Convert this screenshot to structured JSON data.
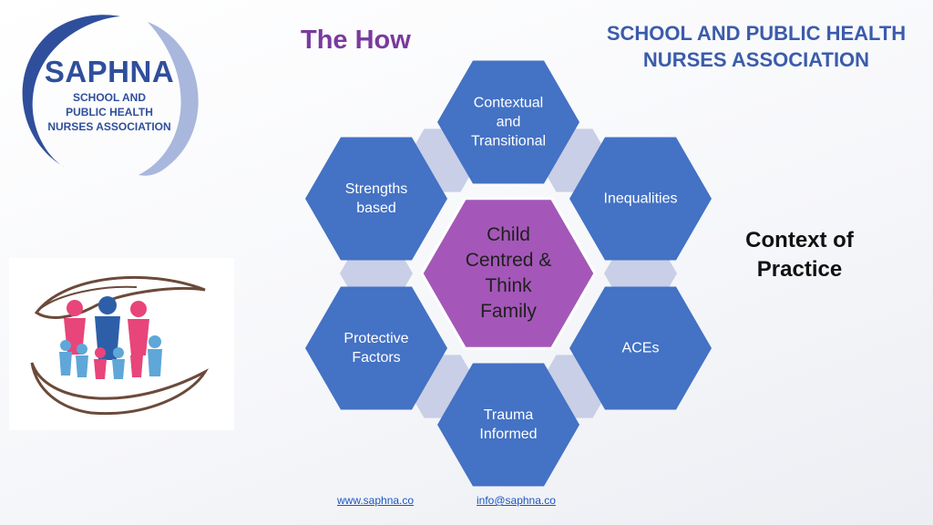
{
  "slide": {
    "title": "The How",
    "org_header_line1": "SCHOOL AND PUBLIC HEALTH",
    "org_header_line2": "NURSES ASSOCIATION"
  },
  "logo": {
    "name": "SAPHNA",
    "sub_line1": "SCHOOL AND",
    "sub_line2": "PUBLIC HEALTH",
    "sub_line3": "NURSES ASSOCIATION"
  },
  "diagram": {
    "center": [
      "Child",
      "Centred &",
      "Think",
      "Family"
    ],
    "nodes": [
      {
        "lines": [
          "Contextual",
          "and",
          "Transitional"
        ]
      },
      {
        "lines": [
          "Inequalities"
        ]
      },
      {
        "lines": [
          "ACEs"
        ]
      },
      {
        "lines": [
          "Trauma",
          "Informed"
        ]
      },
      {
        "lines": [
          "Protective",
          "Factors"
        ]
      },
      {
        "lines": [
          "Strengths",
          "based"
        ]
      }
    ],
    "colors": {
      "outer": "#4472c4",
      "center": "#a457b8",
      "connector": "#c9cfe6"
    }
  },
  "side_text": [
    "Context of",
    "Practice"
  ],
  "footer": {
    "website": "www.saphna.co",
    "email": "info@saphna.co"
  }
}
